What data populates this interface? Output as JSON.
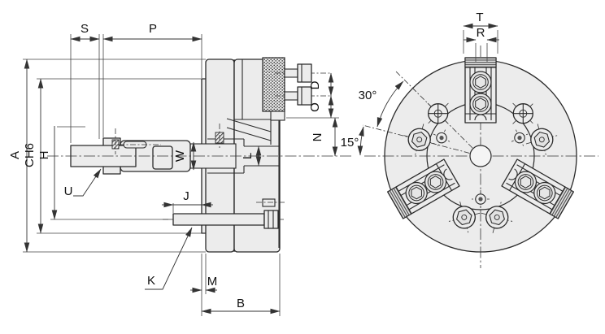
{
  "drawing": {
    "title": "three-jaw-power-chuck-dimensional-drawing",
    "background": "#ffffff",
    "line_color": "#2a2a2a",
    "dim_color": "#333333",
    "metal_fill": "#ececec",
    "views": {
      "side_section_view": "left cross-section view of chuck with draw tube",
      "front_view": "front face view of chuck with three jaws"
    },
    "labels": {
      "S": "S",
      "P": "P",
      "A": "A",
      "CH6": "CH6",
      "H": "H",
      "U": "U",
      "W": "W",
      "L": "L",
      "J": "J",
      "K": "K",
      "M": "M",
      "B": "B",
      "N": "N",
      "O": "O",
      "D": "D",
      "T": "T",
      "R": "R",
      "angle30": "30°",
      "angle15": "15°"
    }
  }
}
